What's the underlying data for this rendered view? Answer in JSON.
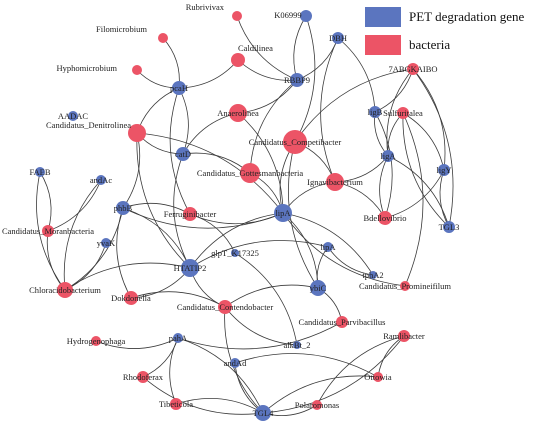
{
  "legend": {
    "gene_label": "PET degradation gene",
    "gene_color": "#5b75bf",
    "bacteria_label": "bacteria",
    "bacteria_color": "#ec5466"
  },
  "nodes": [
    {
      "id": "rubrivivax",
      "label": "Rubrivivax",
      "type": "bacteria",
      "r": 5
    },
    {
      "id": "k06999",
      "label": "K06999",
      "type": "gene",
      "r": 6
    },
    {
      "id": "filomicrobium",
      "label": "Filomicrobium",
      "type": "bacteria",
      "r": 5
    },
    {
      "id": "caldilinea",
      "label": "Caldilinea",
      "type": "bacteria",
      "r": 7
    },
    {
      "id": "dbh",
      "label": "DBH",
      "type": "gene",
      "r": 6
    },
    {
      "id": "hyphomicrobium",
      "label": "Hyphomicrobium",
      "type": "bacteria",
      "r": 5
    },
    {
      "id": "rbbp9",
      "label": "RBBP9",
      "type": "gene",
      "r": 7
    },
    {
      "id": "abgkaibo",
      "label": "7ABGKAIBO",
      "type": "bacteria",
      "r": 6
    },
    {
      "id": "pcah",
      "label": "pcaH",
      "type": "gene",
      "r": 7
    },
    {
      "id": "aadac",
      "label": "AADAC",
      "type": "gene",
      "r": 5
    },
    {
      "id": "anaerolinea",
      "label": "Anaerolinea",
      "type": "bacteria",
      "r": 9
    },
    {
      "id": "ligb",
      "label": "ligB",
      "type": "gene",
      "r": 6
    },
    {
      "id": "sulfuritalea",
      "label": "Sulfuritalea",
      "type": "bacteria",
      "r": 6
    },
    {
      "id": "cand_denitrolinea",
      "label": "Candidatus_Denitrolinea",
      "type": "bacteria",
      "r": 9
    },
    {
      "id": "cand_competibacter",
      "label": "Candidatus_Competibacter",
      "type": "bacteria",
      "r": 12
    },
    {
      "id": "catd",
      "label": "catD",
      "type": "gene",
      "r": 7
    },
    {
      "id": "liga",
      "label": "ligA",
      "type": "gene",
      "r": 6
    },
    {
      "id": "faeb",
      "label": "FAEB",
      "type": "gene",
      "r": 5
    },
    {
      "id": "andac",
      "label": "andAc",
      "type": "gene",
      "r": 5
    },
    {
      "id": "cand_gottesmanbacteria",
      "label": "Candidatus_Gottesmanbacteria",
      "type": "bacteria",
      "r": 10
    },
    {
      "id": "ignavibacterium",
      "label": "Ignavibacterium",
      "type": "bacteria",
      "r": 9
    },
    {
      "id": "ligy",
      "label": "ligY",
      "type": "gene",
      "r": 6
    },
    {
      "id": "phbb",
      "label": "phbB",
      "type": "gene",
      "r": 7
    },
    {
      "id": "ferruginibacter",
      "label": "Ferruginibacter",
      "type": "bacteria",
      "r": 7
    },
    {
      "id": "lipa",
      "label": "lipA",
      "type": "gene",
      "r": 9
    },
    {
      "id": "bdellovibrio",
      "label": "Bdellovibrio",
      "type": "bacteria",
      "r": 7
    },
    {
      "id": "tgl3",
      "label": "TGL3",
      "type": "gene",
      "r": 6
    },
    {
      "id": "cand_moranbacteria",
      "label": "Candidatus_Moranbacteria",
      "type": "bacteria",
      "r": 6
    },
    {
      "id": "yvak",
      "label": "yvaK",
      "type": "gene",
      "r": 5
    },
    {
      "id": "glpt",
      "label": "glpT_K17325",
      "type": "gene",
      "r": 4
    },
    {
      "id": "htatip2",
      "label": "HTATIP2",
      "type": "gene",
      "r": 9
    },
    {
      "id": "lipa2",
      "label": "lipA",
      "type": "gene",
      "r": 5
    },
    {
      "id": "tpha2",
      "label": "tphA2",
      "type": "gene",
      "r": 4
    },
    {
      "id": "cand_promineifilum",
      "label": "Candidatus_Promineifilum",
      "type": "bacteria",
      "r": 5
    },
    {
      "id": "chloracidobacterium",
      "label": "Chloracidobacterium",
      "type": "bacteria",
      "r": 8
    },
    {
      "id": "dokdonella",
      "label": "Dokdonella",
      "type": "bacteria",
      "r": 7
    },
    {
      "id": "ybic",
      "label": "ybiC",
      "type": "gene",
      "r": 8
    },
    {
      "id": "cand_contendobacter",
      "label": "Candidatus_Contendobacter",
      "type": "bacteria",
      "r": 7
    },
    {
      "id": "cand_parvibacillus",
      "label": "Candidatus_Parvibacillus",
      "type": "bacteria",
      "r": 6
    },
    {
      "id": "hydrogenophaga",
      "label": "Hydrogenophaga",
      "type": "bacteria",
      "r": 5
    },
    {
      "id": "paha",
      "label": "pahA",
      "type": "gene",
      "r": 5
    },
    {
      "id": "alkb",
      "label": "alkBt_2",
      "type": "gene",
      "r": 4
    },
    {
      "id": "ramlibacter",
      "label": "Ramlibacter",
      "type": "bacteria",
      "r": 6
    },
    {
      "id": "andad",
      "label": "andAd",
      "type": "gene",
      "r": 5
    },
    {
      "id": "rhodoferax",
      "label": "Rhodoferax",
      "type": "bacteria",
      "r": 6
    },
    {
      "id": "ottowia",
      "label": "Ottowia",
      "type": "bacteria",
      "r": 5
    },
    {
      "id": "tibeticola",
      "label": "Tibeticola",
      "type": "bacteria",
      "r": 6
    },
    {
      "id": "polaromonas",
      "label": "Polaromonas",
      "type": "bacteria",
      "r": 5
    },
    {
      "id": "tgl4",
      "label": "TGL4",
      "type": "gene",
      "r": 8
    }
  ],
  "edges": [
    [
      "rubrivivax",
      "rbbp9"
    ],
    [
      "filomicrobium",
      "pcah"
    ],
    [
      "hyphomicrobium",
      "pcah"
    ],
    [
      "caldilinea",
      "pcah"
    ],
    [
      "caldilinea",
      "rbbp9"
    ],
    [
      "rbbp9",
      "k06999"
    ],
    [
      "rbbp9",
      "dbh"
    ],
    [
      "rbbp9",
      "anaerolinea"
    ],
    [
      "rbbp9",
      "cand_gottesmanbacteria"
    ],
    [
      "k06999",
      "cand_competibacter"
    ],
    [
      "pcah",
      "cand_denitrolinea"
    ],
    [
      "pcah",
      "catd"
    ],
    [
      "pcah",
      "ferruginibacter"
    ],
    [
      "dbh",
      "ligb"
    ],
    [
      "dbh",
      "ignavibacterium"
    ],
    [
      "abgkaibo",
      "ligb"
    ],
    [
      "abgkaibo",
      "liga"
    ],
    [
      "abgkaibo",
      "ligy"
    ],
    [
      "abgkaibo",
      "cand_competibacter"
    ],
    [
      "abgkaibo",
      "tgl3"
    ],
    [
      "ligb",
      "liga"
    ],
    [
      "ligb",
      "bdellovibrio"
    ],
    [
      "sulfuritalea",
      "liga"
    ],
    [
      "sulfuritalea",
      "ligy"
    ],
    [
      "sulfuritalea",
      "tgl3"
    ],
    [
      "sulfuritalea",
      "cand_promineifilum"
    ],
    [
      "liga",
      "bdellovibrio"
    ],
    [
      "ligy",
      "bdellovibrio"
    ],
    [
      "ligy",
      "tgl3"
    ],
    [
      "liga",
      "tgl3"
    ],
    [
      "anaerolinea",
      "catd"
    ],
    [
      "anaerolinea",
      "lipa"
    ],
    [
      "cand_denitrolinea",
      "catd"
    ],
    [
      "cand_denitrolinea",
      "phbb"
    ],
    [
      "cand_denitrolinea",
      "htatip2"
    ],
    [
      "cand_denitrolinea",
      "lipa"
    ],
    [
      "cand_competibacter",
      "lipa"
    ],
    [
      "cand_competibacter",
      "ignavibacterium"
    ],
    [
      "cand_competibacter",
      "ybic"
    ],
    [
      "catd",
      "cand_gottesmanbacteria"
    ],
    [
      "catd",
      "htatip2"
    ],
    [
      "cand_gottesmanbacteria",
      "lipa"
    ],
    [
      "ignavibacterium",
      "lipa"
    ],
    [
      "ignavibacterium",
      "bdellovibrio"
    ],
    [
      "ignavibacterium",
      "liga"
    ],
    [
      "faeb",
      "cand_moranbacteria"
    ],
    [
      "faeb",
      "chloracidobacterium"
    ],
    [
      "andac",
      "cand_moranbacteria"
    ],
    [
      "andac",
      "chloracidobacterium"
    ],
    [
      "phbb",
      "ferruginibacter"
    ],
    [
      "phbb",
      "dokdonella"
    ],
    [
      "phbb",
      "htatip2"
    ],
    [
      "phbb",
      "lipa"
    ],
    [
      "ferruginibacter",
      "glpt"
    ],
    [
      "ferruginibacter",
      "lipa"
    ],
    [
      "lipa",
      "ybic"
    ],
    [
      "lipa",
      "htatip2"
    ],
    [
      "lipa",
      "tpha2"
    ],
    [
      "lipa",
      "cand_promineifilum"
    ],
    [
      "yvak",
      "chloracidobacterium"
    ],
    [
      "cand_moranbacteria",
      "chloracidobacterium"
    ],
    [
      "chloracidobacterium",
      "htatip2"
    ],
    [
      "chloracidobacterium",
      "phbb"
    ],
    [
      "htatip2",
      "dokdonella"
    ],
    [
      "htatip2",
      "cand_contendobacter"
    ],
    [
      "htatip2",
      "lipa2"
    ],
    [
      "lipa2",
      "tpha2"
    ],
    [
      "ybic",
      "cand_parvibacillus"
    ],
    [
      "ybic",
      "cand_contendobacter"
    ],
    [
      "ybic",
      "lipa2"
    ],
    [
      "cand_contendobacter",
      "alkb"
    ],
    [
      "dokdonella",
      "cand_contendobacter"
    ],
    [
      "hydrogenophaga",
      "paha"
    ],
    [
      "paha",
      "rhodoferax"
    ],
    [
      "paha",
      "tibeticola"
    ],
    [
      "paha",
      "tgl4"
    ],
    [
      "andad",
      "tgl4"
    ],
    [
      "andad",
      "ottowia"
    ],
    [
      "rhodoferax",
      "tgl4"
    ],
    [
      "tibeticola",
      "tgl4"
    ],
    [
      "tgl4",
      "polaromonas"
    ],
    [
      "tgl4",
      "ottowia"
    ],
    [
      "tgl4",
      "ramlibacter"
    ],
    [
      "polaromonas",
      "ramlibacter"
    ],
    [
      "ramlibacter",
      "ottowia"
    ],
    [
      "cand_parvibacillus",
      "paha"
    ],
    [
      "cand_contendobacter",
      "tgl4"
    ],
    [
      "glpt",
      "alkb"
    ]
  ]
}
